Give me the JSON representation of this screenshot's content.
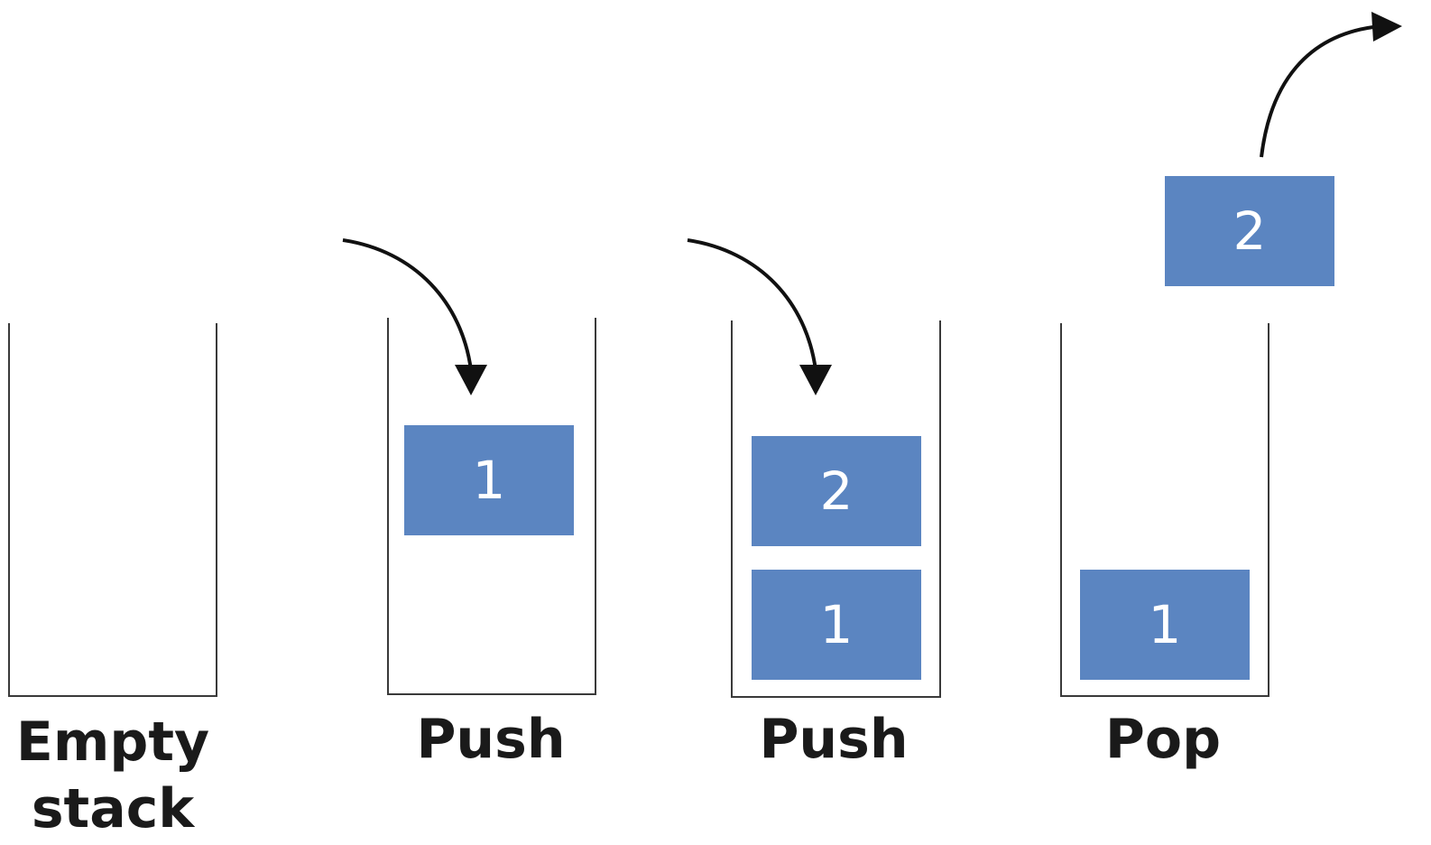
{
  "diagram": {
    "colors": {
      "block": "#5b85c1",
      "block_text": "#ffffff",
      "outline": "#3a3a3a",
      "arrow": "#111111",
      "label_text": "#1a1a1a"
    },
    "stages": [
      {
        "label_line1": "Empty",
        "label_line2": "stack",
        "blocks": []
      },
      {
        "label_line1": "Push",
        "label_line2": "",
        "blocks": [
          "1"
        ]
      },
      {
        "label_line1": "Push",
        "label_line2": "",
        "blocks": [
          "2",
          "1"
        ]
      },
      {
        "label_line1": "Pop",
        "label_line2": "",
        "blocks": [
          "1"
        ],
        "popped": "2"
      }
    ]
  }
}
